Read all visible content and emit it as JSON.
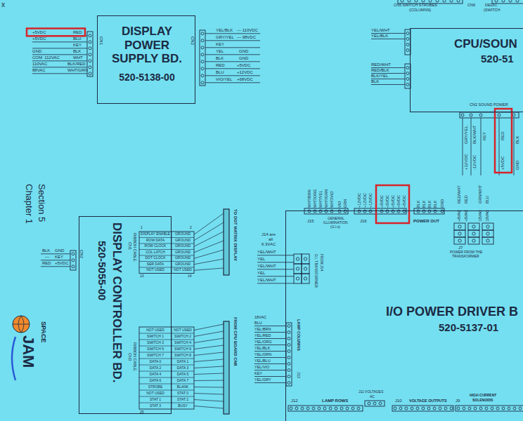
{
  "diagram": {
    "nodes": [
      {
        "text": [
          "DISPLAY POWER SUPPLY BD.",
          "520-5138-00"
        ]
      },
      {
        "text": [
          "CPU/SOUN",
          "520-51"
        ]
      },
      {
        "text": [
          "DISPLAY CONTROLLER BD.",
          "520-5055-00"
        ]
      },
      {
        "text": [
          "I/O POWER DRIVER B",
          "520-5137-01"
        ]
      }
    ],
    "labels": [
      "x",
      "+5VDC",
      "RED",
      "+5VDC",
      "BLU",
      "KEY",
      "GND",
      "BLK",
      "COM. 112VAC",
      "WHT",
      "110VAC",
      "BLK/RED",
      "88VAC",
      "WHT/GRN",
      "CN1",
      "CN2",
      "YEL/BLK",
      "— 110VDC",
      "GRY/YEL",
      "— 98VDC",
      "KEY",
      "YEL",
      "GND",
      "BLK",
      "GND",
      "RED",
      "+5VDC",
      "BLU",
      "+12VDC",
      "VIO/YEL",
      "+68VDC",
      "Section 5",
      "Chapter 1",
      "BLK",
      "GND",
      "—",
      "KEY",
      "RED",
      "+5VDC",
      "CN2",
      "1",
      "2",
      "DISPLAY ENABLE",
      "GROUND",
      "ROW DATA",
      "GROUND",
      "ROW CLOCK",
      "GROUND",
      "COL LATCH",
      "GROUND",
      "DOT CLOCK",
      "GROUND",
      "SER DATA",
      "GROUND",
      "NOT USED",
      "NOT USED",
      "13",
      "14",
      "RIBBON CABLE",
      "CN1",
      "TO DOT MATRIX DISPLAY",
      "NOT USED",
      "NOT USED",
      "SWITCH 1",
      "SWITCH 2",
      "SWITCH 3",
      "SWITCH 4",
      "SWITCH 5",
      "SWITCH 6",
      "SWITCH 7",
      "SWITCH 8",
      "DATA 0",
      "DATA 1",
      "DATA 2",
      "DATA 3",
      "DATA 4",
      "DATA 5",
      "DATA 6",
      "DATA 7",
      "STROBE",
      "BLANK",
      "NOT USED",
      "STAT 0",
      "STAT 1",
      "STAT 2",
      "STAT 3",
      "BUSY",
      "25",
      "RIBBON CABLE",
      "CN3",
      "FROM CPU BOARD CN8",
      "SPACE",
      "JAM",
      "CN5 SWITCH STROBES",
      "(COLUMNS)",
      "CN6",
      "DEDIC",
      "(SWITCH",
      "YEL/WHT",
      "YEL/BLK",
      "RED/WHT",
      "RED/BLK",
      "BLK/YEL",
      "BLK",
      "CN2 SOUND POWER",
      "+12VDC",
      "GRY/YEL",
      "-12VDC",
      "BLK/WHT",
      "KEY",
      "+5VDC",
      "RED",
      "GND",
      "BLK",
      "WHT/BRN",
      "WHT/ORG",
      "WHT/YEL",
      "WHT/GRN",
      "WHT/VIO",
      "VIO",
      "GRN",
      "+12VDC",
      "+12VDC",
      "+12VDC",
      "+5VDC",
      "+5VDC",
      "+5VDC",
      "+5VDC",
      "+5VDC",
      "BLK",
      "BLK",
      "BLK",
      "BLK",
      "GND",
      "J15",
      "GENERAL",
      "ILLUMINATION",
      "(G.I.s)",
      "J16",
      "POWER OUT",
      "+8VAC",
      "RED/WHT",
      "+8VAC",
      "RED",
      "18VAC",
      "GRN/WHT",
      "18VAC",
      "BLU",
      "J7",
      "POWER FROM THE",
      "TRANSFORMER",
      "J14 are",
      "all",
      "6.3VAC",
      "YEL/WHT",
      "YEL",
      "YEL/WHT",
      "YEL",
      "YEL/WHT",
      "G.I. TRANSFORMER",
      "FROM J14",
      "18VAC",
      "BLU",
      "YEL/BRN",
      "YEL/RED",
      "YEL/ORG",
      "YEL/BLK",
      "YEL/GRN",
      "YEL/BLU",
      "YEL/VIO",
      "KEY",
      "YEL/GRY",
      "LAMP COLUMNS",
      "J13",
      "J12",
      "LAMP ROWS",
      "J11 VOLTAGES",
      "AC",
      "J10",
      "VOLTAGE OUTPUTS",
      "J9",
      "HIGH CURRENT",
      "SOLENOIDS"
    ]
  }
}
